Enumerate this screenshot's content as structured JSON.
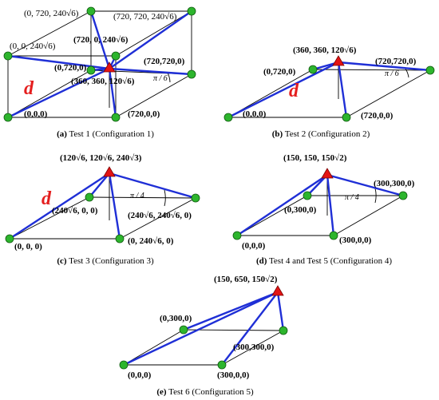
{
  "panels": [
    {
      "id": "a",
      "caption_letter": "(a)",
      "caption_text": " Test 1 (Configuration 1)",
      "labels": [
        "(0, 720, 240√6)",
        "(720, 720, 240√6)",
        "(0, 0, 240√6)",
        "(720, 0, 240√6)",
        "(0,720,0)",
        "(720,720,0)",
        "(360, 360, 120√6)",
        "(0,0,0)",
        "(720,0,0)"
      ],
      "angle": "π / 6",
      "d_label": "d"
    },
    {
      "id": "b",
      "caption_letter": "(b)",
      "caption_text": " Test 2 (Configuration 2)",
      "labels": [
        "(360, 360, 120√6)",
        "(0,720,0)",
        "(720,720,0)",
        "(0,0,0)",
        "(720,0,0)"
      ],
      "angle": "π / 6",
      "d_label": "d"
    },
    {
      "id": "c",
      "caption_letter": "(c)",
      "caption_text": " Test 3 (Configuration 3)",
      "labels": [
        "(120√6, 120√6, 240√3)",
        "(240√6, 0, 0)",
        "(240√6, 240√6, 0)",
        "(0, 0, 0)",
        "(0, 240√6, 0)"
      ],
      "angle": "π / 4",
      "d_label": "d"
    },
    {
      "id": "d",
      "caption_letter": "(d)",
      "caption_text": " Test 4 and Test 5 (Configuration 4)",
      "labels": [
        "(150, 150, 150√2)",
        "(300,300,0)",
        "(0,300,0)",
        "(0,0,0)",
        "(300,0,0)"
      ],
      "angle": "π / 4"
    },
    {
      "id": "e",
      "caption_letter": "(e)",
      "caption_text": " Test 6 (Configuration 5)",
      "labels": [
        "(150, 650, 150√2)",
        "(0,300,0)",
        "(300,300,0)",
        "(0,0,0)",
        "(300,0,0)"
      ]
    }
  ]
}
